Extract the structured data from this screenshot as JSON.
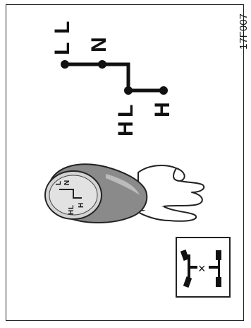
{
  "figure_code": "17F007",
  "shift_pattern": {
    "positions": [
      "L",
      "N",
      "H",
      "H"
    ],
    "position_lower_marks": [
      "L",
      "",
      "L",
      ""
    ]
  },
  "knob_engraving": [
    "L",
    "N",
    "L",
    "H",
    "H"
  ],
  "indicator": {
    "icon": "four-wheel-drive-icon",
    "center_symbol": "×"
  },
  "colors": {
    "line": "#111111",
    "knob_fill": "#8a8a8a",
    "knob_inner": "#d4d4d4"
  }
}
